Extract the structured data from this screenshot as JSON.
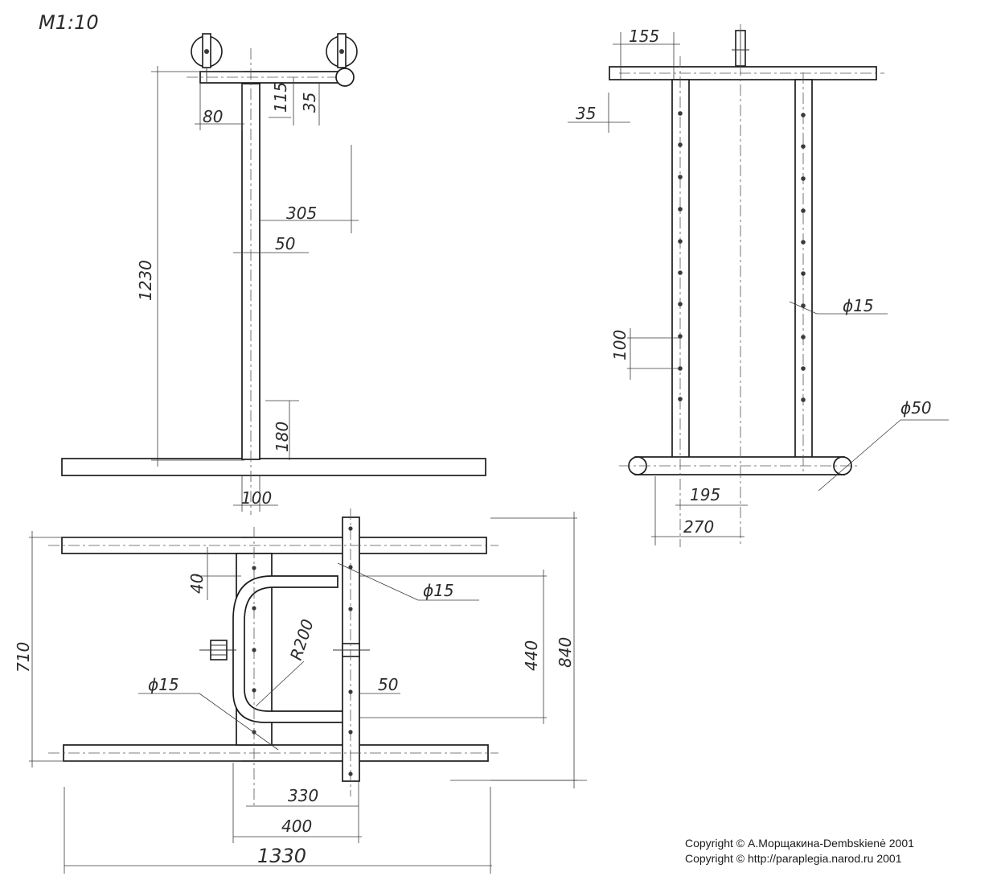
{
  "scale": "M1:10",
  "side_view": {
    "d80": "80",
    "d115": "115",
    "d35": "35",
    "d305": "305",
    "d50": "50",
    "d1230": "1230",
    "d180": "180",
    "d100": "100"
  },
  "front_view": {
    "d155": "155",
    "d35": "35",
    "d100": "100",
    "phi15": "ϕ15",
    "phi50": "ϕ50",
    "d195": "195",
    "d270": "270"
  },
  "top_view": {
    "d40": "40",
    "phi15_a": "ϕ15",
    "r200": "R200",
    "phi15_b": "ϕ15",
    "d50": "50",
    "d440": "440",
    "d840": "840",
    "d710": "710",
    "d330": "330",
    "d400": "400",
    "d1330": "1330"
  },
  "copyright": {
    "line1": "Copyright © А.Морщакина-Dembskienė 2001",
    "line2": "Copyright ©  http://paraplegia.narod.ru   2001"
  },
  "colors": {
    "line": "#1c1c1c",
    "paper": "#ffffff"
  }
}
